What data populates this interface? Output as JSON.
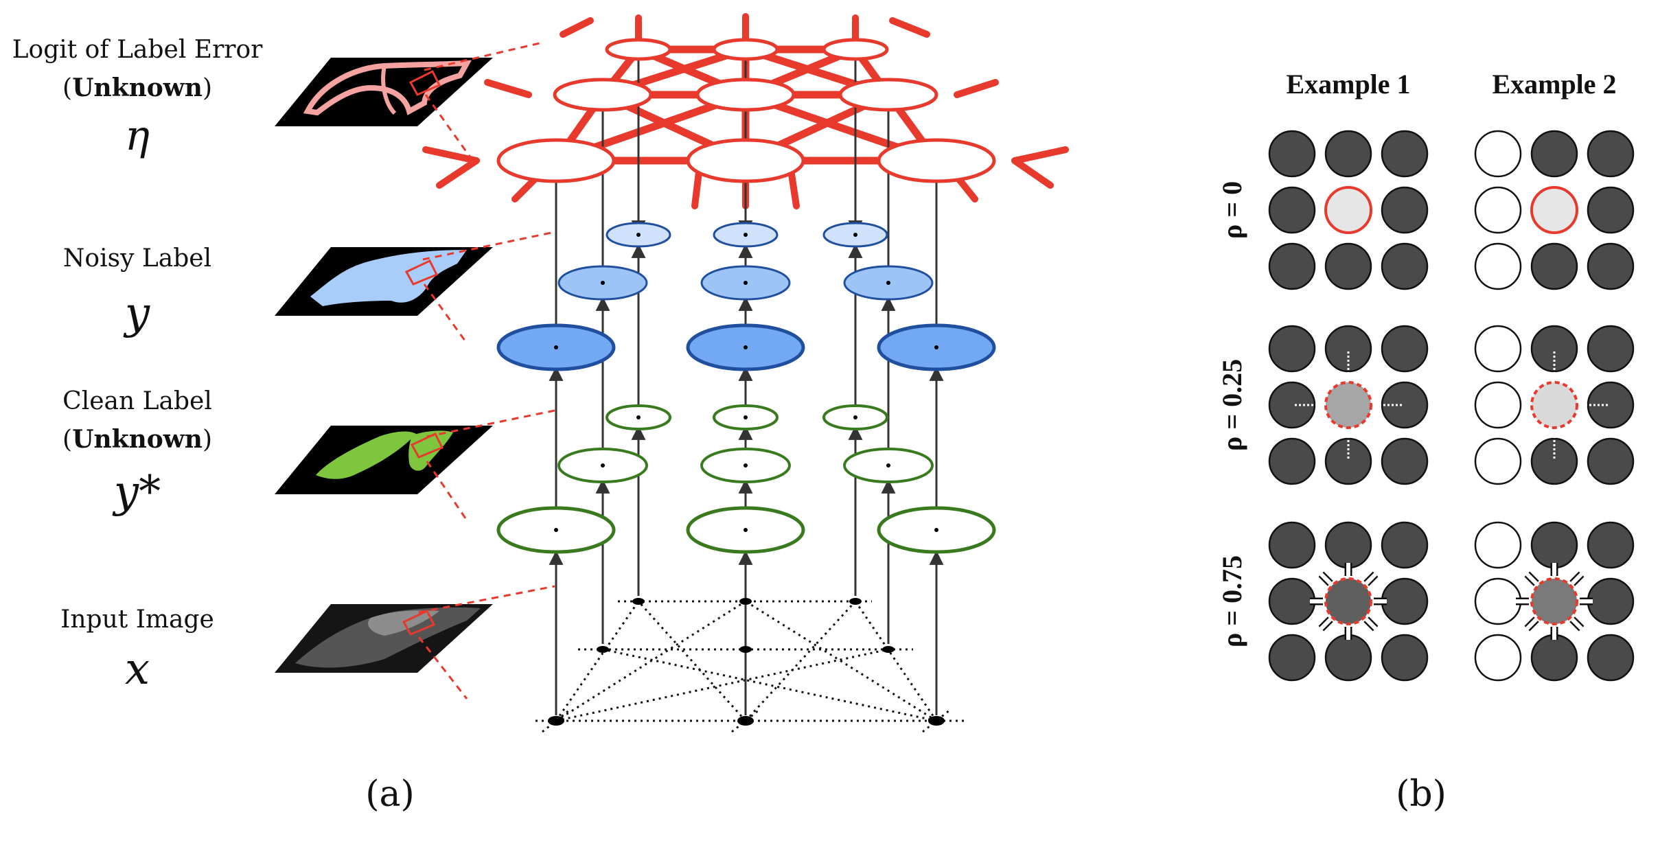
{
  "panel_a": {
    "caption": "(a)",
    "layers": [
      {
        "id": "eta",
        "line1": "Logit of Label Error",
        "paren_open": "(",
        "bold": "Unknown",
        "paren_close": ")",
        "symbol": "η",
        "color": "#e8392d"
      },
      {
        "id": "y",
        "line1": "Noisy Label",
        "symbol": "y",
        "color": "#7fb0f2"
      },
      {
        "id": "ystar",
        "line1": "Clean Label",
        "paren_open": "(",
        "bold": "Unknown",
        "paren_close": ")",
        "symbol": "y*",
        "color": "#3a7a1e"
      },
      {
        "id": "x",
        "line1": "Input Image",
        "symbol": "x",
        "color": "#000000"
      }
    ]
  },
  "panel_b": {
    "caption": "(b)",
    "examples": [
      "Example 1",
      "Example 2"
    ],
    "rows": [
      {
        "label": "ρ = 0",
        "rho": 0
      },
      {
        "label": "ρ = 0.25",
        "rho": 0.25
      },
      {
        "label": "ρ = 0.75",
        "rho": 0.75
      }
    ],
    "example_patterns": [
      [
        [
          1,
          1,
          1
        ],
        [
          1,
          2,
          1
        ],
        [
          1,
          1,
          1
        ]
      ],
      [
        [
          0,
          1,
          1
        ],
        [
          0,
          2,
          1
        ],
        [
          0,
          1,
          1
        ]
      ]
    ],
    "colors": {
      "dark": "#4a4a4a",
      "center_fill": "#e6e6e6",
      "center_border": "#e8392d",
      "white": "#ffffff"
    }
  }
}
